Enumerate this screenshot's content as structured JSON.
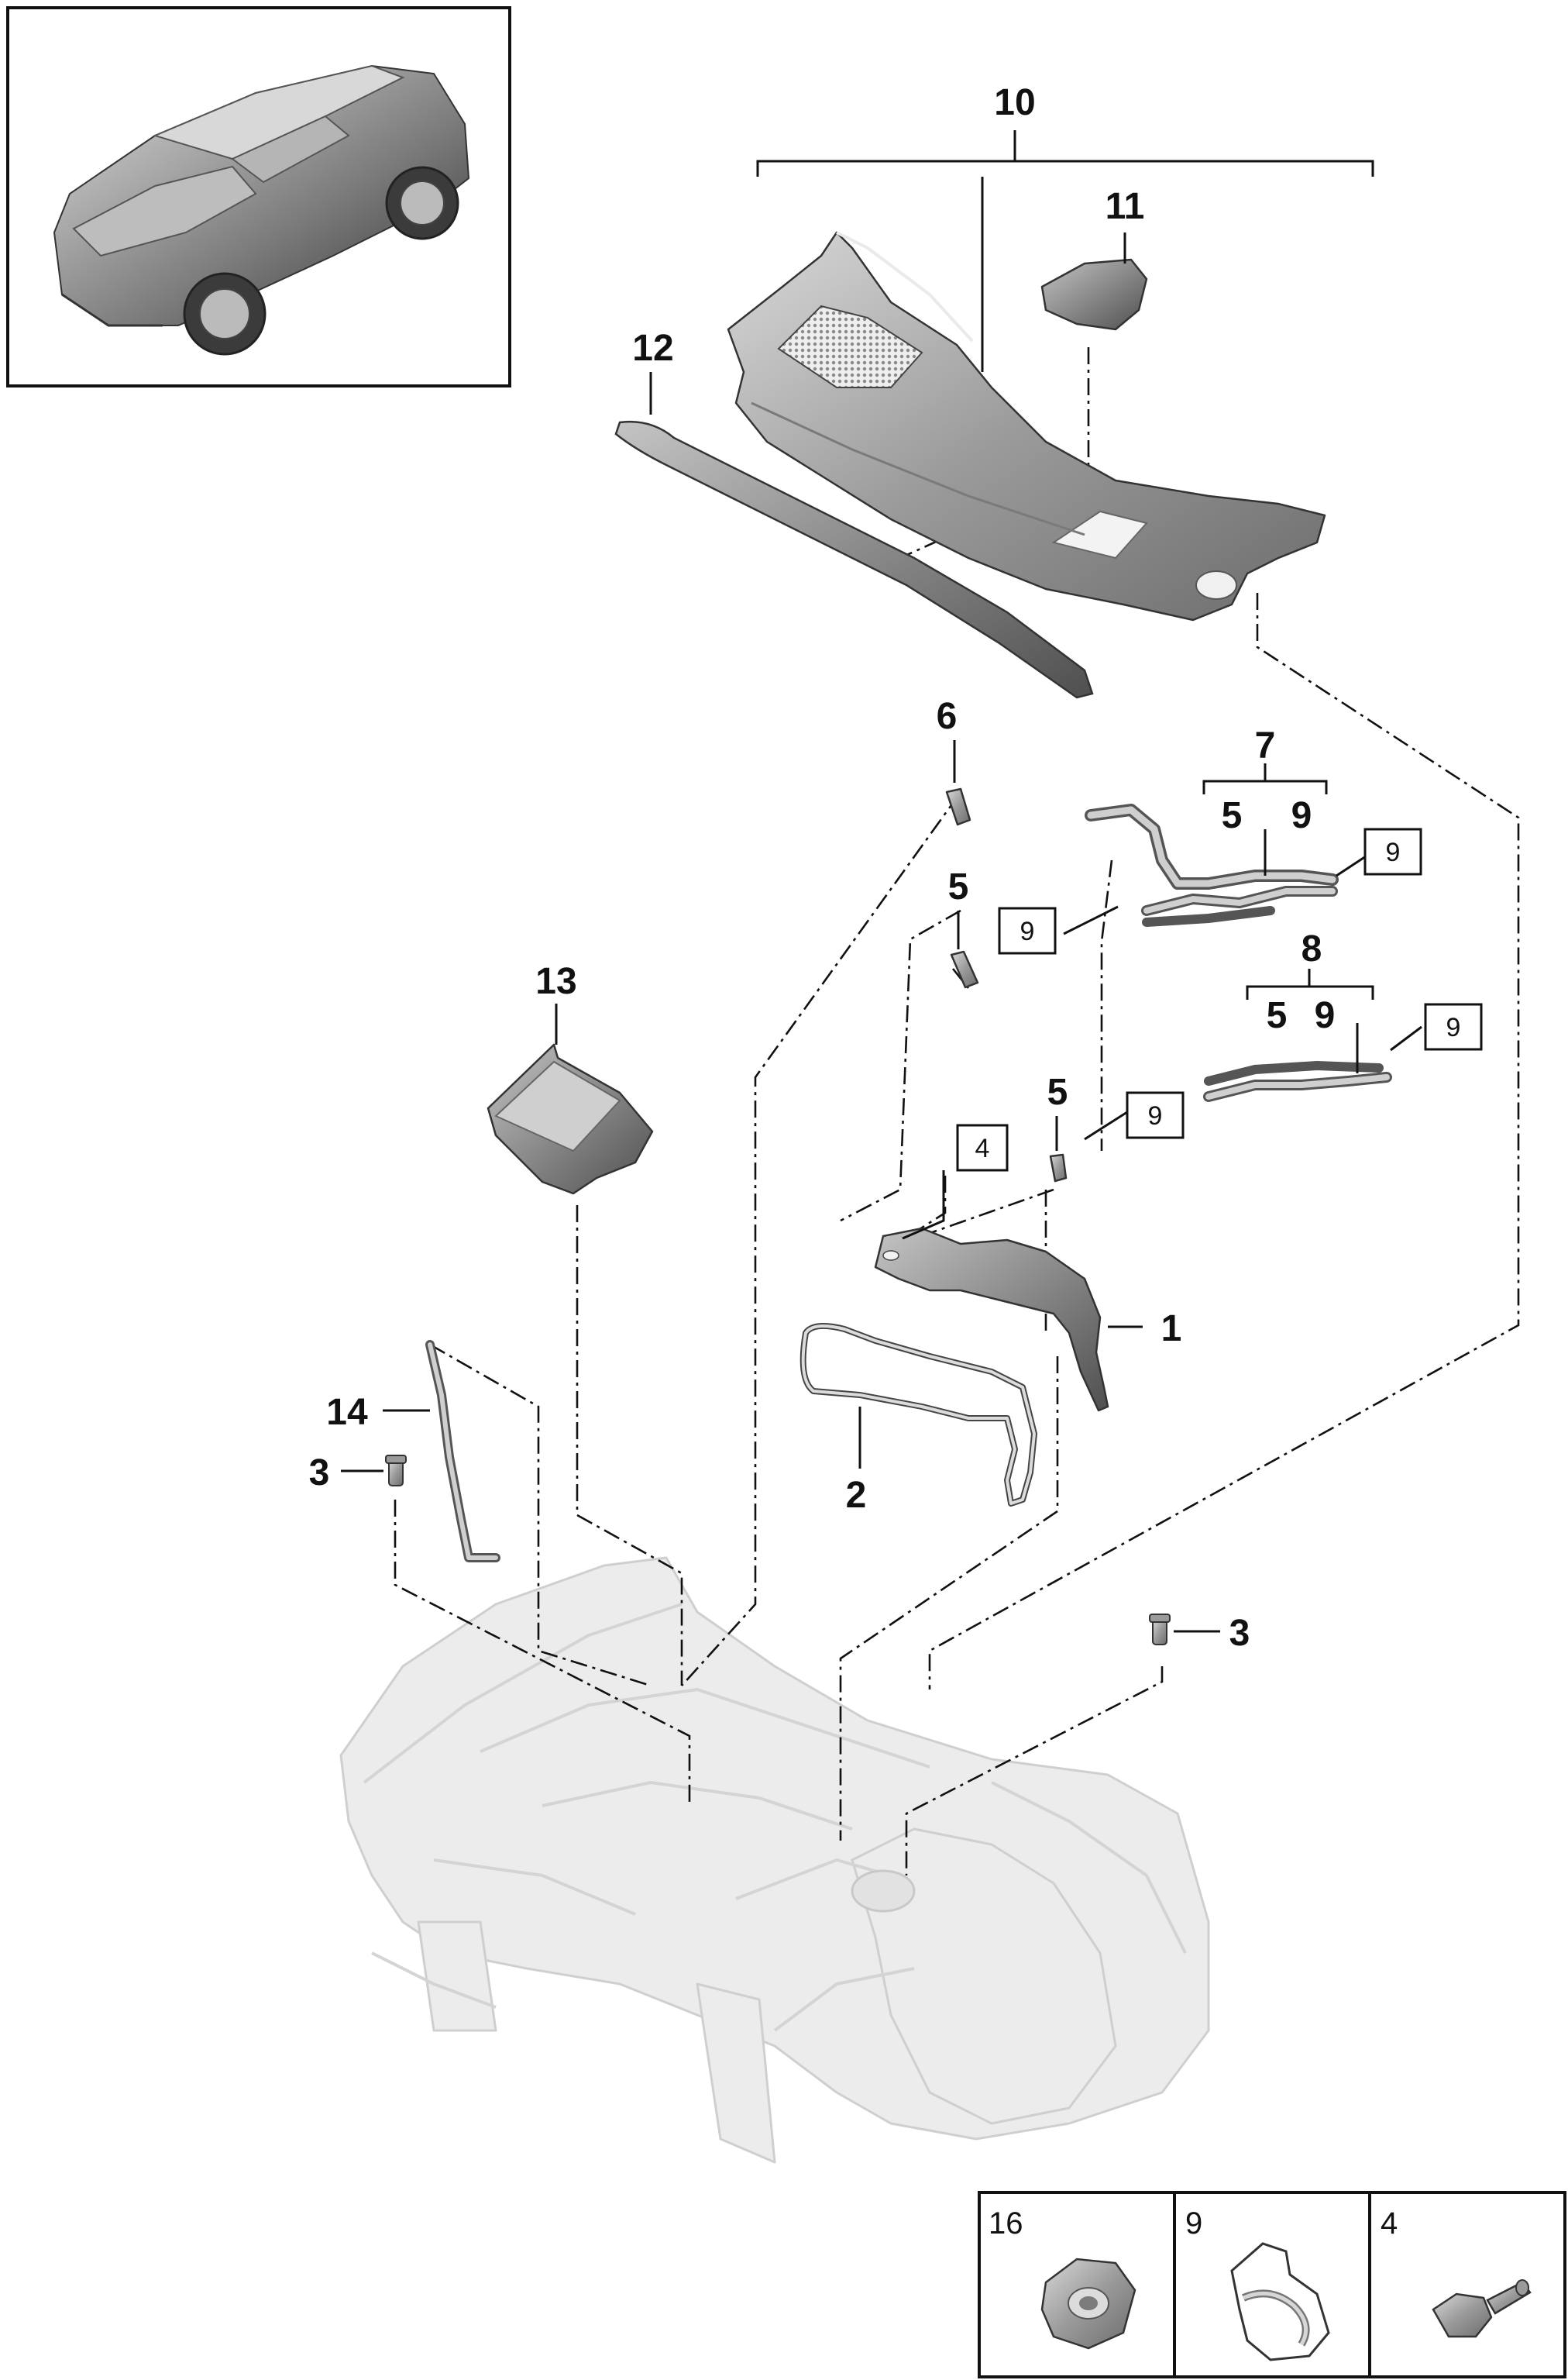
{
  "callouts": {
    "c1": "1",
    "c2": "2",
    "c3_left": "3",
    "c3_right": "3",
    "c4": "4",
    "c5_a": "5",
    "c5_b": "5",
    "c5_g7": "5",
    "c5_g8": "5",
    "c6": "6",
    "c7": "7",
    "c8": "8",
    "c9_g7": "9",
    "c9_g8": "9",
    "c9_box1": "9",
    "c9_box2": "9",
    "c9_box3": "9",
    "c9_box4": "9",
    "c10": "10",
    "c11": "11",
    "c12": "12",
    "c13": "13",
    "c14": "14"
  },
  "legend": {
    "items": [
      {
        "number": "16",
        "icon": "nut-icon"
      },
      {
        "number": "9",
        "icon": "clip-icon"
      },
      {
        "number": "4",
        "icon": "bolt-icon"
      }
    ]
  }
}
